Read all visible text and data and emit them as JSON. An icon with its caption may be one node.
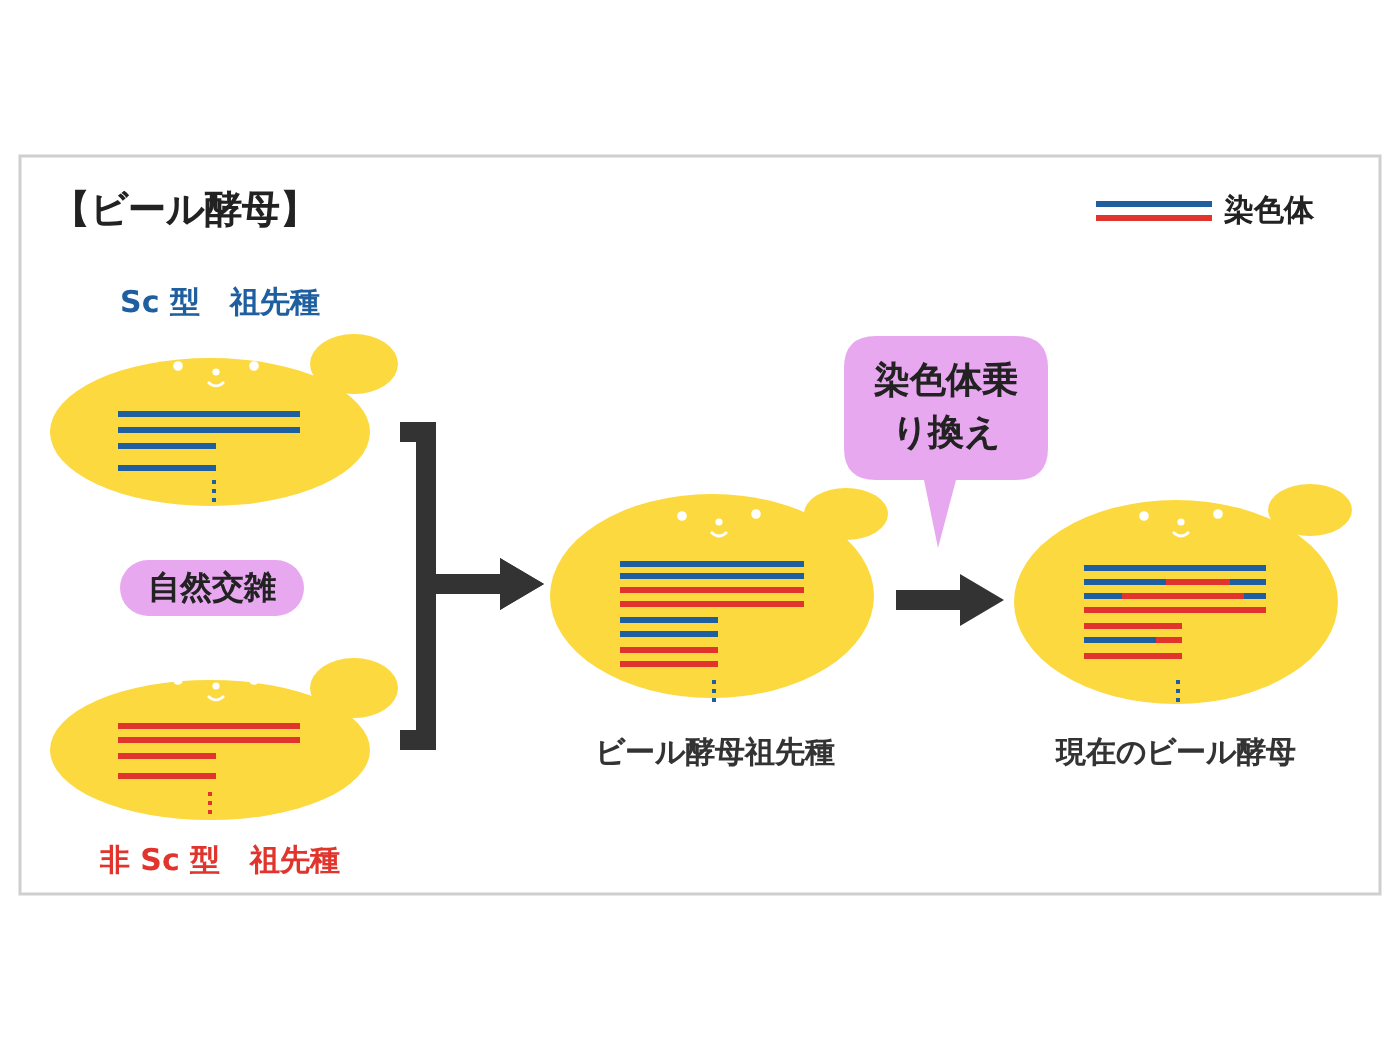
{
  "diagram": {
    "title": "【ビール酵母】",
    "nodes": [
      {
        "text": [
          "Sc 型　祖先種"
        ]
      },
      {
        "text": [
          "自然交雑"
        ]
      },
      {
        "text": [
          "非 Sc 型　祖先種"
        ]
      },
      {
        "text": [
          "ビール酵母祖先種"
        ]
      },
      {
        "text": [
          "染色体乗り換え"
        ]
      },
      {
        "text": [
          "現在のビール酵母"
        ]
      }
    ],
    "edges": [
      {
        "from": 0,
        "to": 3,
        "arrow": "to"
      },
      {
        "from": 2,
        "to": 3,
        "arrow": "to"
      },
      {
        "from": 3,
        "to": 5,
        "arrow": "to"
      }
    ],
    "legend": [
      {
        "text": "染色体"
      }
    ]
  }
}
